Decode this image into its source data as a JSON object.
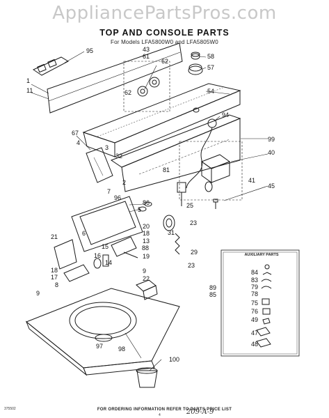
{
  "watermark": "AppliancePartsPros.com",
  "title": "TOP AND CONSOLE PARTS",
  "subtitle": "For Models LFA5800W0 and LFA5805W0",
  "auxiliary_title": "AUXILIARY PARTS",
  "footer_note": "FOR ORDERING INFORMATION REFER TO PARTS PRICE LIST",
  "catalog_number": "375502",
  "page_number": "4",
  "handwritten_note": "209-A-9",
  "callouts": [
    "95",
    "43",
    "61",
    "62",
    "62",
    "58",
    "57",
    "54",
    "1",
    "11",
    "94",
    "99",
    "67",
    "4",
    "3",
    "32",
    "40",
    "81",
    "2",
    "41",
    "7",
    "96",
    "86",
    "5",
    "25",
    "45",
    "6",
    "20",
    "18",
    "13",
    "21",
    "23",
    "31",
    "15",
    "16",
    "14",
    "88",
    "29",
    "19",
    "18",
    "17",
    "8",
    "23",
    "9",
    "22",
    "89",
    "85",
    "9",
    "97",
    "98",
    "100",
    "84",
    "83",
    "79",
    "78",
    "75",
    "76",
    "49",
    "47",
    "48"
  ]
}
